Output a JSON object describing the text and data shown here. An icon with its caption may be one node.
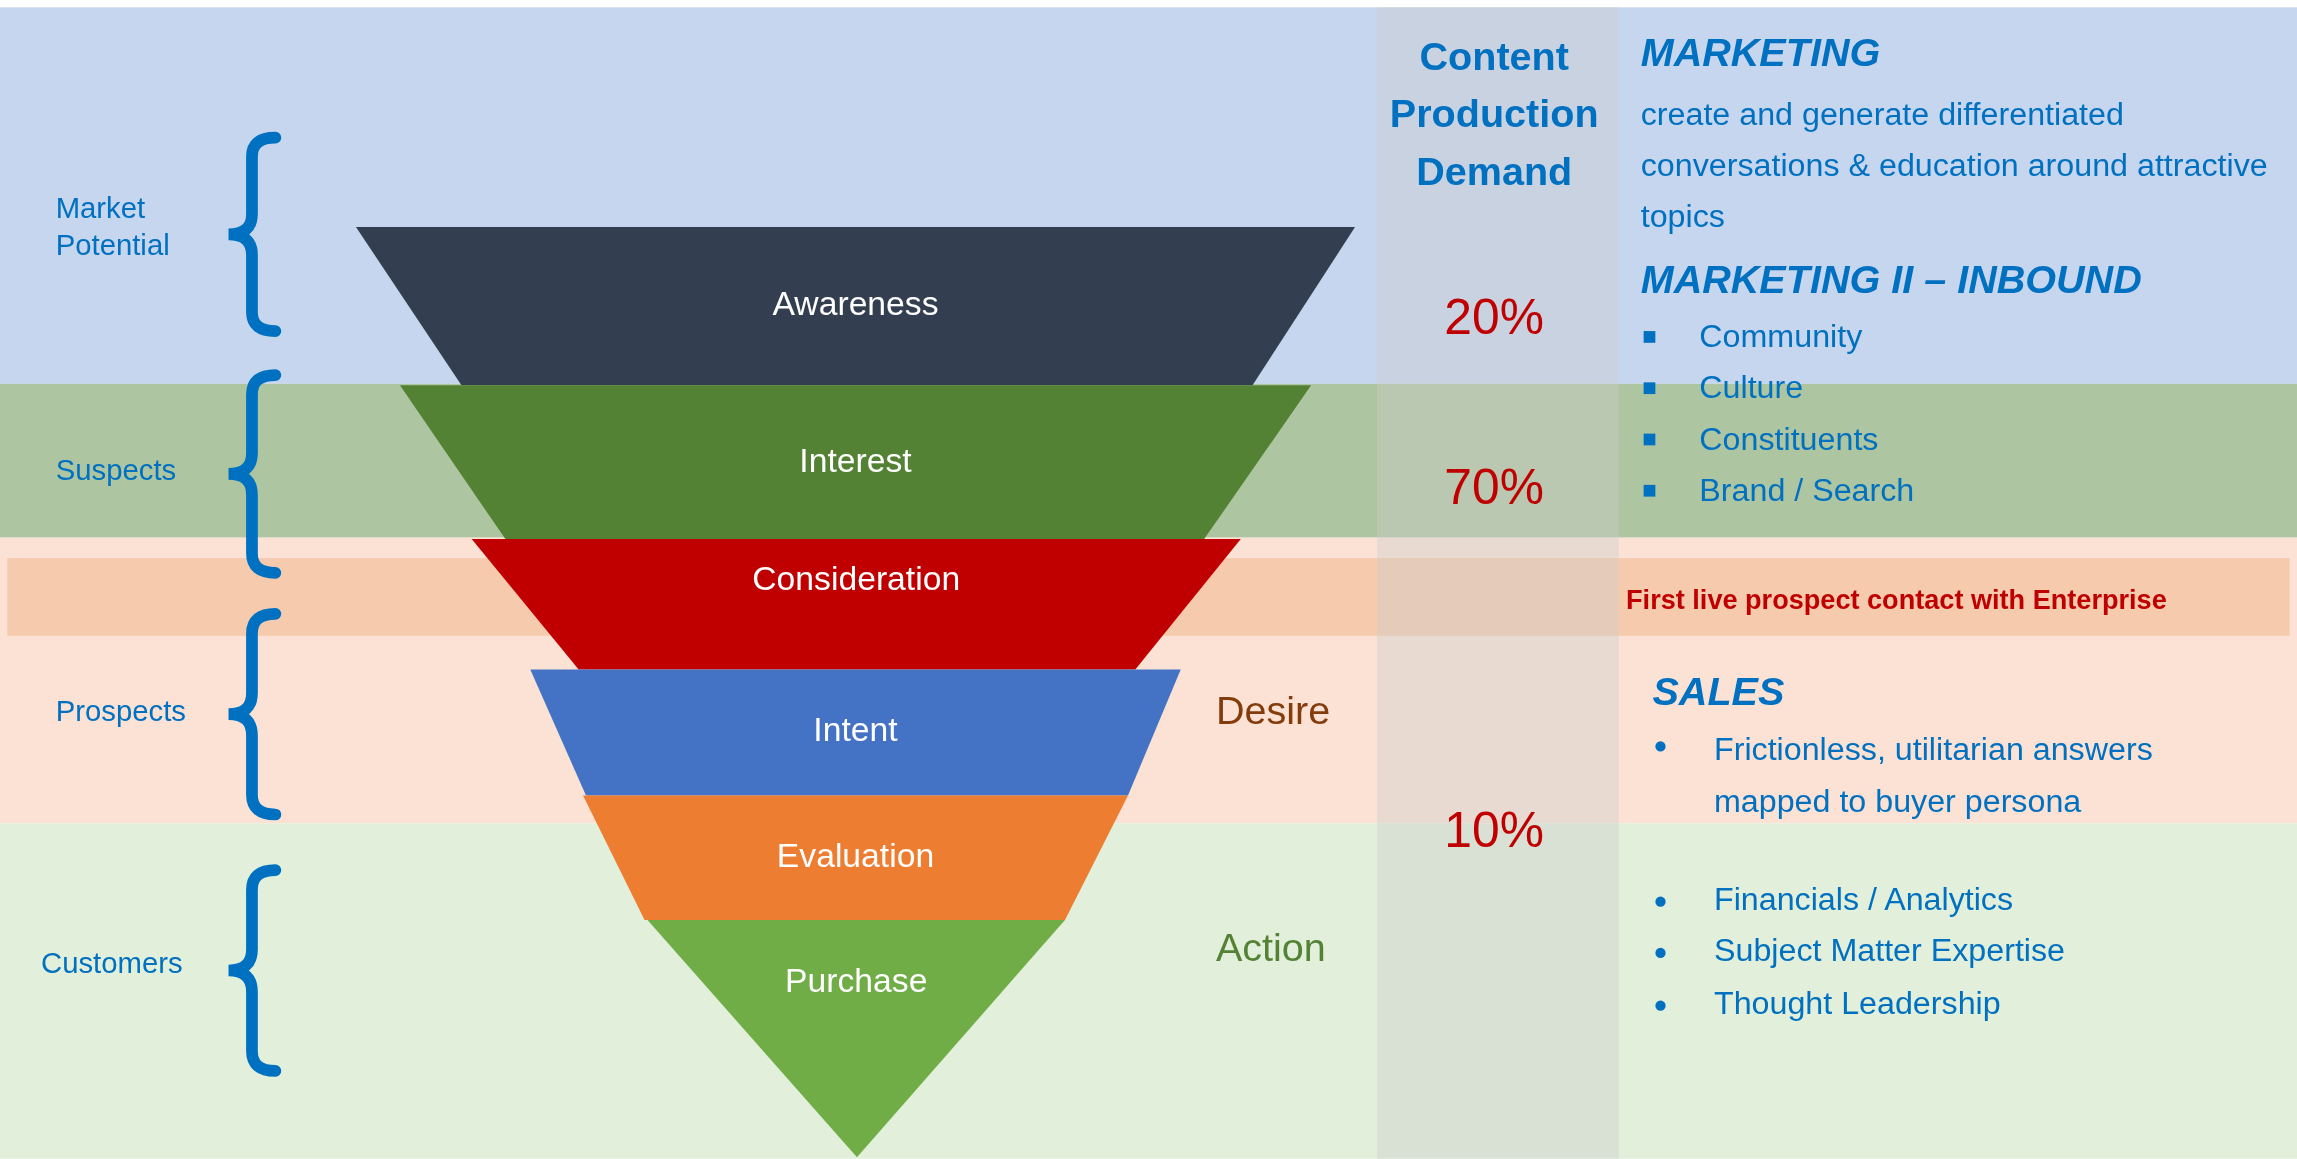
{
  "diagram": {
    "nodes": [
      {
        "text": [
          "Awareness"
        ]
      },
      {
        "text": [
          "Interest"
        ]
      },
      {
        "text": [
          "Consideration"
        ]
      },
      {
        "text": [
          "Intent"
        ]
      },
      {
        "text": [
          "Evaluation"
        ]
      },
      {
        "text": [
          "Purchase"
        ]
      }
    ],
    "labels": [
      "Market Potential",
      "Suspects",
      "Prospects",
      "Customers",
      "Content Production Demand",
      "20%",
      "70%",
      "10%",
      "MARKETING",
      "create and generate differentiated conversations & education around attractive topics",
      "MARKETING II – INBOUND",
      "Community",
      "Culture",
      "Constituents",
      "Brand / Search",
      "First live prospect contact with Enterprise",
      "SALES",
      "Frictionless, utilitarian answers mapped to buyer persona",
      "Financials / Analytics",
      "Subject Matter Expertise",
      "Thought Leadership",
      "Desire",
      "Action"
    ]
  }
}
